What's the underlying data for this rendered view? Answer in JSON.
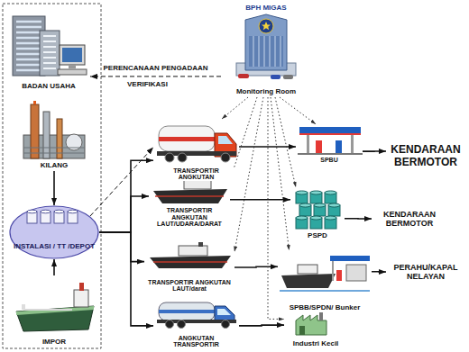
{
  "diagram": {
    "nodes": [
      {
        "text": [
          "BPH MIGAS",
          "Monitoring Room"
        ]
      },
      {
        "text": [
          "BADAN USAHA"
        ]
      },
      {
        "text": [
          "KILANG"
        ]
      },
      {
        "text": [
          "INSTALASI / TT /DEPOT"
        ]
      },
      {
        "text": [
          "IMPOR"
        ]
      },
      {
        "text": [
          "TRANSPORTIR ANGKUTAN"
        ]
      },
      {
        "text": [
          "TRANSPORTIR ANGKUTAN LAUT/UDARA/DARAT"
        ]
      },
      {
        "text": [
          "TRANSPORTIR ANGKUTAN LAUT/darat"
        ]
      },
      {
        "text": [
          "ANGKUTAN TRANSPORTIR"
        ]
      },
      {
        "text": [
          "SPBU"
        ]
      },
      {
        "text": [
          "PSPD"
        ]
      },
      {
        "text": [
          "SPBB/SPDN/ Bunker"
        ]
      },
      {
        "text": [
          "Industri Kecil"
        ]
      },
      {
        "text": [
          "KENDARAAN BERMOTOR"
        ]
      },
      {
        "text": [
          "KENDARAAN BERMOTOR"
        ]
      },
      {
        "text": [
          "PERAHU/KAPAL NELAYAN"
        ]
      }
    ],
    "edges": [
      {
        "from": 0,
        "to": 1,
        "arrow": "to",
        "label": "PERENCANAAN PENGADAAN"
      },
      {
        "from": 2,
        "to": 3,
        "arrow": "to"
      },
      {
        "from": 4,
        "to": 3,
        "arrow": "to"
      },
      {
        "from": 3,
        "to": 5,
        "arrow": "to"
      },
      {
        "from": 3,
        "to": 6,
        "arrow": "to"
      },
      {
        "from": 3,
        "to": 7,
        "arrow": "to"
      },
      {
        "from": 3,
        "to": 8,
        "arrow": "to"
      },
      {
        "from": 3,
        "to": 5,
        "arrow": "to"
      },
      {
        "from": 5,
        "to": 9,
        "arrow": "to"
      },
      {
        "from": 6,
        "to": 10,
        "arrow": "to"
      },
      {
        "from": 7,
        "to": 11,
        "arrow": "to"
      },
      {
        "from": 8,
        "to": 12,
        "arrow": "to"
      },
      {
        "from": 9,
        "to": 13,
        "arrow": "to"
      },
      {
        "from": 10,
        "to": 14,
        "arrow": "to"
      },
      {
        "from": 11,
        "to": 15,
        "arrow": "to"
      },
      {
        "from": 0,
        "to": 5,
        "arrow": "to"
      },
      {
        "from": 0,
        "to": 6,
        "arrow": "to"
      },
      {
        "from": 0,
        "to": 7,
        "arrow": "to"
      },
      {
        "from": 0,
        "to": 9,
        "arrow": "to"
      },
      {
        "from": 0,
        "to": 10,
        "arrow": "to"
      },
      {
        "from": 0,
        "to": 11,
        "arrow": "to"
      },
      {
        "from": 0,
        "to": 12,
        "arrow": "to"
      }
    ],
    "labels": [
      "VERIFIKASI"
    ]
  }
}
